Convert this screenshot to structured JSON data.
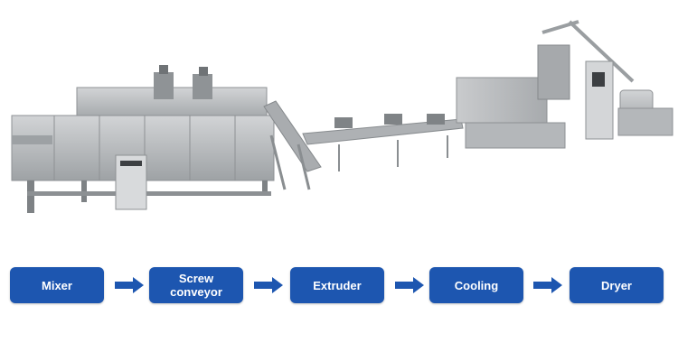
{
  "flow": {
    "steps": [
      {
        "label": "Mixer"
      },
      {
        "label": "Screw\nconveyor"
      },
      {
        "label": "Extruder"
      },
      {
        "label": "Cooling"
      },
      {
        "label": "Dryer"
      }
    ]
  },
  "colors": {
    "step_fill": "#1d56b0",
    "arrow_fill": "#1d56b0",
    "step_text": "#ffffff",
    "machine_metal": "#b9bcbe"
  },
  "icons": {
    "arrow": "arrow-right-icon"
  }
}
